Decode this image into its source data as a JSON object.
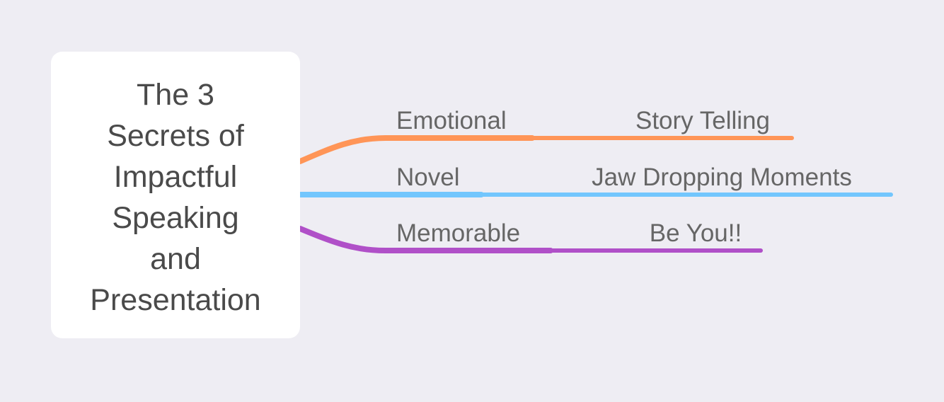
{
  "central_topic": {
    "lines": [
      "The 3",
      "Secrets of",
      "Impactful",
      "Speaking",
      "and",
      "Presentation"
    ]
  },
  "branches": [
    {
      "label": "Emotional",
      "child": "Story Telling",
      "color": "#ff9557"
    },
    {
      "label": "Novel",
      "child": "Jaw Dropping Moments",
      "color": "#72c6fd"
    },
    {
      "label": "Memorable",
      "child": "Be You!!",
      "color": "#b050c8"
    }
  ]
}
